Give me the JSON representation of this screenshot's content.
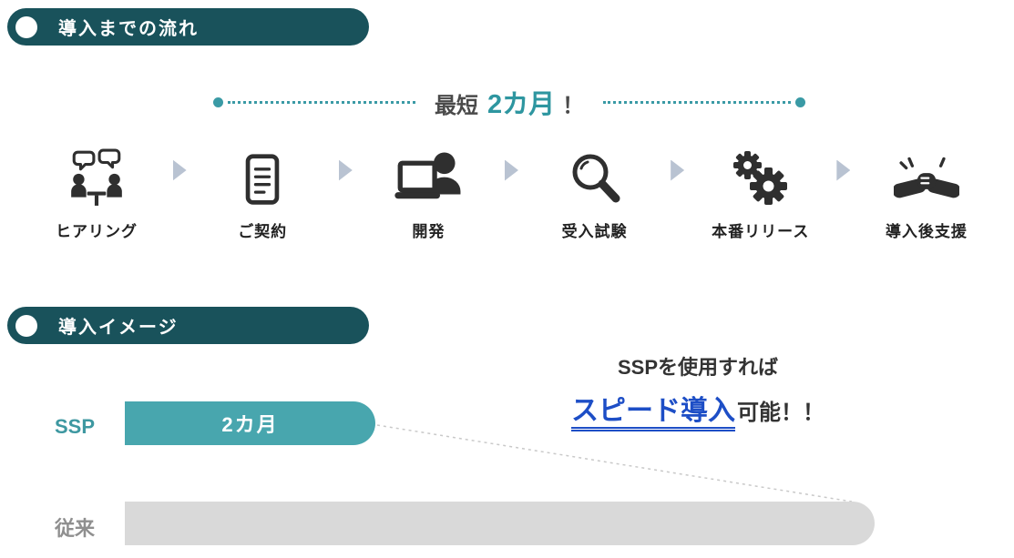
{
  "colors": {
    "banner_teal": "#19525b",
    "accent_teal": "#3a9aa5",
    "bar_teal": "#48a6ae",
    "highlight_blue": "#1d4ec6",
    "bar_gray": "#d9d9d9",
    "icon_dark": "#2f2f2f",
    "arrow_gray_blue": "#b9c3d2"
  },
  "section_flow": {
    "title": "導入までの流れ"
  },
  "timeline": {
    "prefix": "最短",
    "duration": "2カ月",
    "suffix": "！"
  },
  "steps": [
    {
      "label": "ヒアリング",
      "icon": "hearing-icon"
    },
    {
      "label": "ご契約",
      "icon": "contract-icon"
    },
    {
      "label": "開発",
      "icon": "development-icon"
    },
    {
      "label": "受入試験",
      "icon": "inspection-icon"
    },
    {
      "label": "本番リリース",
      "icon": "gears-icon"
    },
    {
      "label": "導入後支援",
      "icon": "handshake-icon"
    }
  ],
  "section_image": {
    "title": "導入イメージ"
  },
  "callout": {
    "line1": "SSPを使用すれば",
    "highlight": "スピード導入",
    "suffix": "可能！！"
  },
  "comparison": {
    "ssp": {
      "label": "SSP",
      "bar_label": "2カ月"
    },
    "conventional": {
      "label": "従来",
      "bar_label": ""
    }
  }
}
